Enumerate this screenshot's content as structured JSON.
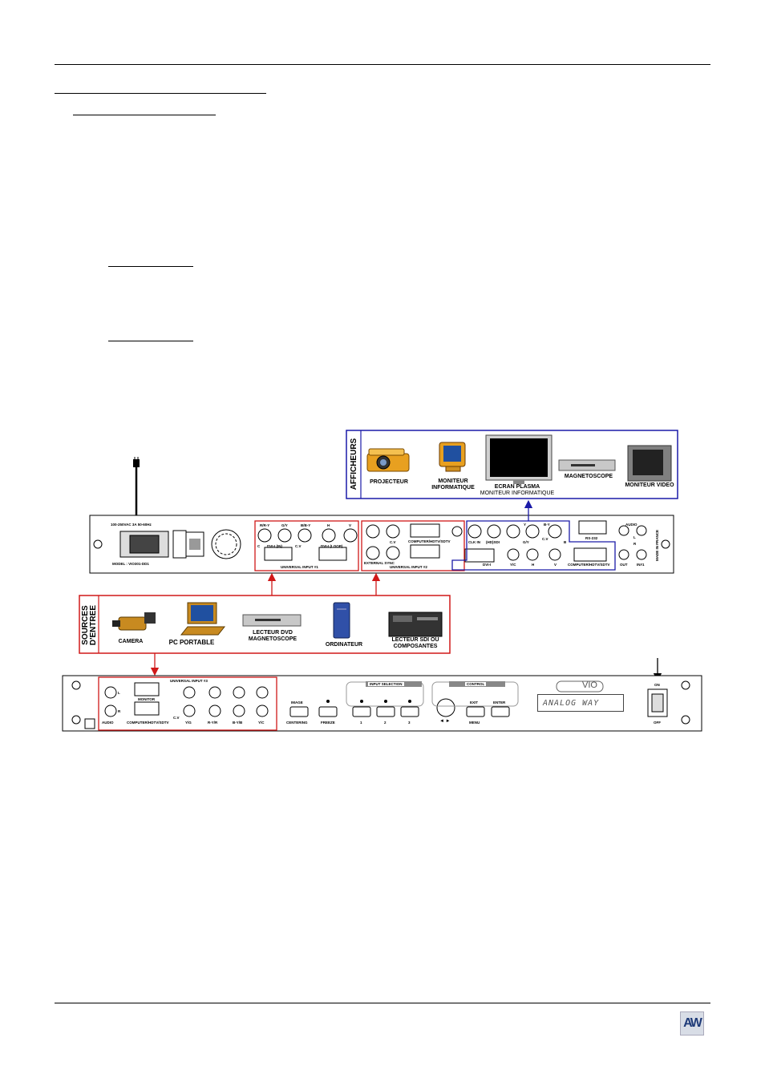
{
  "displays": {
    "title": "AFFICHEURS",
    "items": [
      {
        "line1": "PROJECTEUR",
        "line2": ""
      },
      {
        "line1": "MONITEUR",
        "line2": "INFORMATIQUE"
      },
      {
        "line1": "ECRAN PLASMA",
        "line2": "MONITEUR INFORMATIQUE"
      },
      {
        "line1": "MAGNETOSCOPE",
        "line2": ""
      },
      {
        "line1": "MONITEUR VIDEO",
        "line2": ""
      }
    ]
  },
  "sources": {
    "title_line1": "SOURCES",
    "title_line2": "D'ENTREE",
    "items": [
      {
        "line1": "CAMERA",
        "line2": ""
      },
      {
        "line1": "PC PORTABLE",
        "line2": ""
      },
      {
        "line1": "LECTEUR DVD",
        "line2": "MAGNETOSCOPE"
      },
      {
        "line1": "ORDINATEUR",
        "line2": ""
      },
      {
        "line1": "LECTEUR SDI OU",
        "line2": "COMPOSANTES"
      }
    ]
  },
  "rear_panel": {
    "power_label": "100-250VAC 3A 50-60Hz",
    "model_label": "MODEL : VIO301-DD1",
    "input1_ports": [
      "R/R-Y",
      "G/Y",
      "B/B-Y",
      "H",
      "V"
    ],
    "input1_sub": [
      "C",
      "DVI-I (IN)",
      "C.V",
      "DVI-I (LOOP)"
    ],
    "input1_label": "UNIVERSAL INPUT #1",
    "input2_label": "UNIVERSAL INPUT #2",
    "input2_ports": [
      "COMPUTER/HDTV/SDTV",
      "C.V",
      "EXTERNAL SYNC"
    ],
    "output_ports": [
      "CLK IN",
      "(HD)SDI",
      "Y",
      "G/Y",
      "B-Y",
      "C.V",
      "B",
      "DVI-I",
      "Y/C",
      "H",
      "V",
      "COMPUTER/HDTV/SDTV"
    ],
    "rs232_label": "RS-232",
    "audio_label": "AUDIO",
    "audio_ports": [
      "L",
      "R",
      "OUT",
      "IN#1"
    ],
    "made_in": "MADE IN FRANCE"
  },
  "front_panel": {
    "input3_label": "UNIVERSAL INPUT #3",
    "monitor_label": "MONITOR",
    "ports": [
      "AUDIO",
      "COMPUTER/HDTV/SDTV",
      "Y/G",
      "R-Y/R",
      "B-Y/B",
      "Y/C",
      "C.V"
    ],
    "audio_lr": [
      "L",
      "R"
    ],
    "image_label": "IMAGE",
    "centering_label": "CENTERING",
    "freeze_label": "FREEZE",
    "input_selection_label": "INPUT SELECTION",
    "input_buttons": [
      "1",
      "2",
      "3"
    ],
    "control_label": "CONTROL",
    "exit_label": "EXIT",
    "enter_label": "ENTER",
    "menu_label": "MENU",
    "knob_label": "◄ ►",
    "brand": "VIO",
    "lcd_text": "ANALOG WAY",
    "on_label": "ON",
    "off_label": "OFF"
  },
  "colors": {
    "display_frame": "#1a1aa8",
    "source_frame": "#d01818",
    "arrow_red": "#d01818",
    "arrow_blue": "#1a1aa8"
  }
}
